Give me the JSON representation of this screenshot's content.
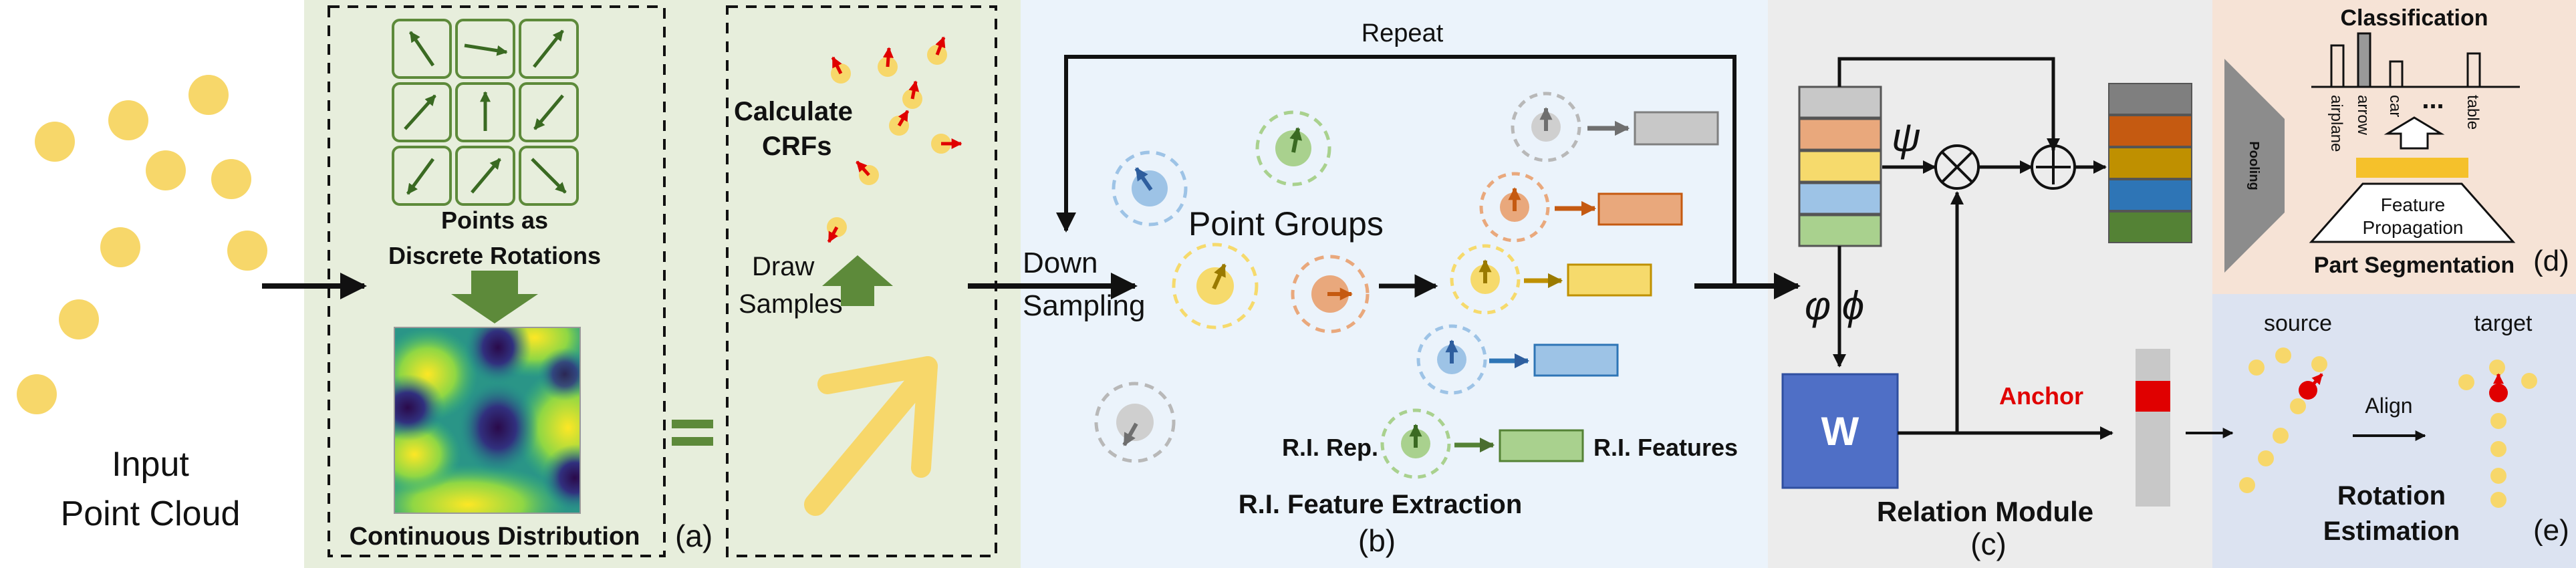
{
  "input": {
    "line1": "Input",
    "line2": "Point Cloud"
  },
  "panel_a": {
    "grid_caption_line1": "Points as",
    "grid_caption_line2": "Discrete Rotations",
    "heatmap_caption": "Continuous Distribution",
    "label": "(a)",
    "calc_line1": "Calculate",
    "calc_line2": "CRFs",
    "draw_line1": "Draw",
    "draw_line2": "Samples"
  },
  "panel_b": {
    "repeat": "Repeat",
    "down_line1": "Down",
    "down_line2": "Sampling",
    "point_groups": "Point Groups",
    "ri_rep": "R.I. Rep.",
    "ri_features": "R.I. Features",
    "ri_extraction": "R.I. Feature Extraction",
    "label": "(b)"
  },
  "panel_c": {
    "psi": "ψ",
    "phi_pair": "φ ϕ",
    "w": "W",
    "anchor": "Anchor",
    "title": "Relation Module",
    "label": "(c)"
  },
  "panel_d": {
    "pooling": "Pooling",
    "classification": "Classification",
    "categories": [
      "airplane",
      "arrow",
      "car",
      "table"
    ],
    "ellipsis": "...",
    "fp_line1": "Feature",
    "fp_line2": "Propagation",
    "part_seg": "Part Segmentation",
    "label": "(d)"
  },
  "panel_e": {
    "source": "source",
    "target": "target",
    "align": "Align",
    "title_line1": "Rotation",
    "title_line2": "Estimation",
    "label": "(e)"
  },
  "colors": {
    "panel_a_bg": "#e7eedc",
    "panel_b_bg": "#ebf3fb",
    "panel_c_bg": "#ececec",
    "panel_d_bg": "#f6e3d6",
    "panel_e_bg": "#dce3f1",
    "point_yellow": "#f7d76a",
    "green": "#5d8a3a",
    "w_blue": "#4f6fc6",
    "anchor_red": "#e00000",
    "stack": [
      "#c8c8c8",
      "#e9a87c",
      "#f6da6c",
      "#9dc3e6",
      "#a9d18e"
    ],
    "out_stack": [
      "#7f7f7f",
      "#c55a11",
      "#bf9000",
      "#2e75b6",
      "#548235"
    ]
  }
}
